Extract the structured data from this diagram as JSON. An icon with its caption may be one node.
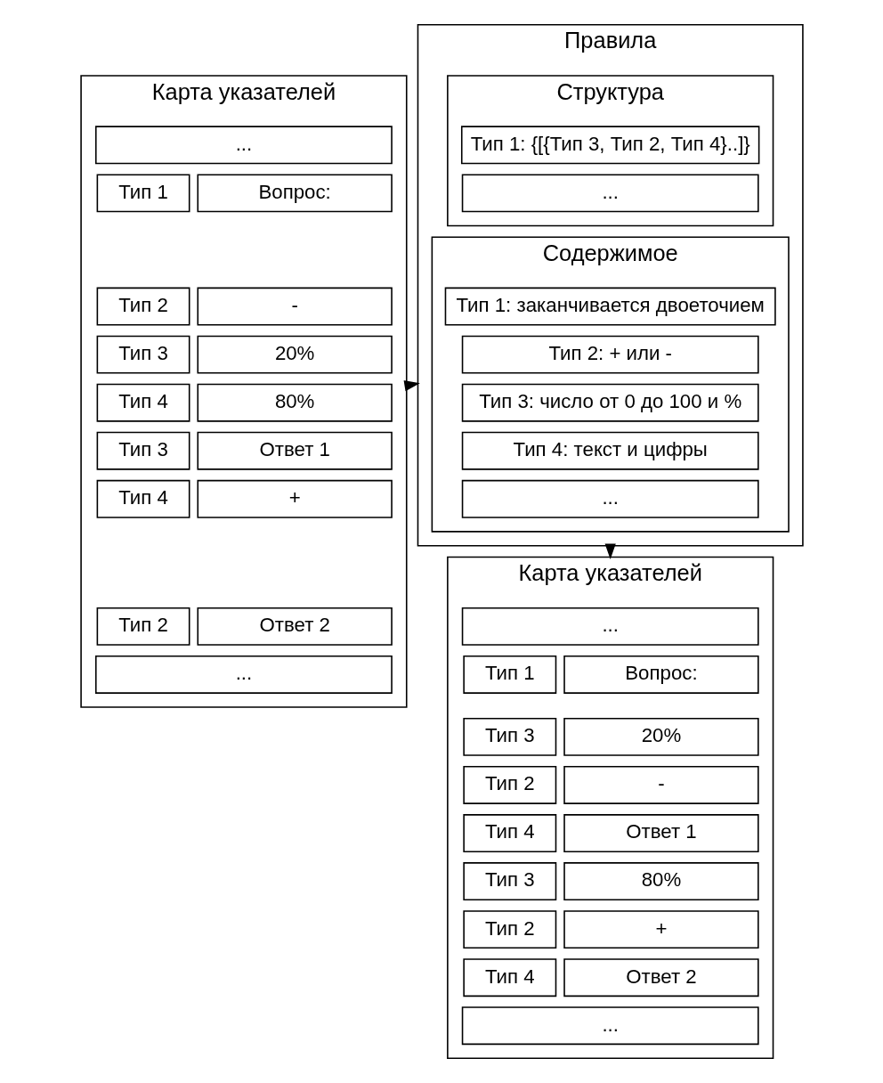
{
  "diagram": {
    "nodes": [
      {
        "text": [
          "Карта указателей"
        ]
      },
      {
        "text": [
          "..."
        ],
        "in": 0
      },
      {
        "text": [
          "Тип 1"
        ],
        "in": 0
      },
      {
        "text": [
          "Вопрос:"
        ],
        "in": 0
      },
      {
        "text": [
          "Тип 2"
        ],
        "in": 0
      },
      {
        "text": [
          "-"
        ],
        "in": 0
      },
      {
        "text": [
          "Тип 3"
        ],
        "in": 0
      },
      {
        "text": [
          "20%"
        ],
        "in": 0
      },
      {
        "text": [
          "Тип 4"
        ],
        "in": 0
      },
      {
        "text": [
          "80%"
        ],
        "in": 0
      },
      {
        "text": [
          "Тип 3"
        ],
        "in": 0
      },
      {
        "text": [
          "Ответ 1"
        ],
        "in": 0
      },
      {
        "text": [
          "Тип 4"
        ],
        "in": 0
      },
      {
        "text": [
          "+"
        ],
        "in": 0
      },
      {
        "text": [
          "Тип 2"
        ],
        "in": 0
      },
      {
        "text": [
          "Ответ 2"
        ],
        "in": 0
      },
      {
        "text": [
          "..."
        ],
        "in": 0
      },
      {
        "text": [
          "Правила"
        ]
      },
      {
        "text": [
          "Структура"
        ],
        "in": 17
      },
      {
        "text": [
          "Тип 1: {[{Тип 3, Тип 2, Тип 4}..]}"
        ],
        "in": 18
      },
      {
        "text": [
          "..."
        ],
        "in": 18
      },
      {
        "text": [
          "Содержимое"
        ],
        "in": 17
      },
      {
        "text": [
          "Тип 1: заканчивается двоеточием"
        ],
        "in": 21
      },
      {
        "text": [
          "Тип 2: + или -"
        ],
        "in": 21
      },
      {
        "text": [
          "Тип 3: число от 0 до 100 и %"
        ],
        "in": 21
      },
      {
        "text": [
          "Тип 4: текст и цифры"
        ],
        "in": 21
      },
      {
        "text": [
          "..."
        ],
        "in": 21
      },
      {
        "text": [
          "Карта указателей"
        ]
      },
      {
        "text": [
          "..."
        ],
        "in": 27
      },
      {
        "text": [
          "Тип 1"
        ],
        "in": 27
      },
      {
        "text": [
          "Вопрос:"
        ],
        "in": 27
      },
      {
        "text": [
          "Тип 3"
        ],
        "in": 27
      },
      {
        "text": [
          "20%"
        ],
        "in": 27
      },
      {
        "text": [
          "Тип 2"
        ],
        "in": 27
      },
      {
        "text": [
          "-"
        ],
        "in": 27
      },
      {
        "text": [
          "Тип 4"
        ],
        "in": 27
      },
      {
        "text": [
          "Ответ 1"
        ],
        "in": 27
      },
      {
        "text": [
          "Тип 3"
        ],
        "in": 27
      },
      {
        "text": [
          "80%"
        ],
        "in": 27
      },
      {
        "text": [
          "Тип 2"
        ],
        "in": 27
      },
      {
        "text": [
          "+"
        ],
        "in": 27
      },
      {
        "text": [
          "Тип 4"
        ],
        "in": 27
      },
      {
        "text": [
          "Ответ 2"
        ],
        "in": 27
      },
      {
        "text": [
          "..."
        ],
        "in": 27
      }
    ],
    "edges": [
      {
        "from": 0,
        "to": 17,
        "arrow": "to"
      },
      {
        "from": 17,
        "to": 27,
        "arrow": "to"
      }
    ]
  }
}
